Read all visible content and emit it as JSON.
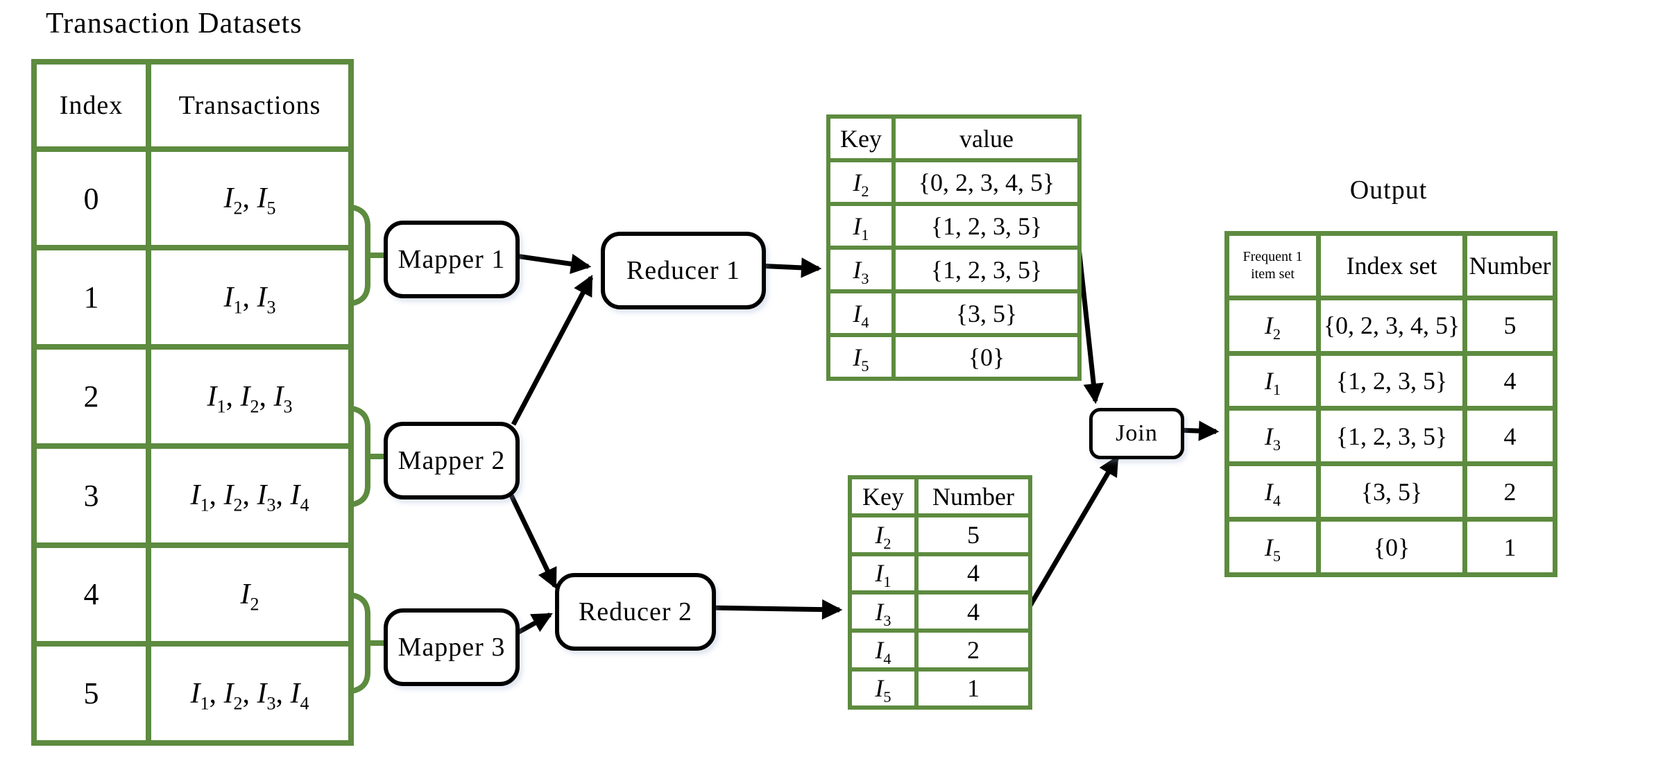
{
  "titles": {
    "transaction_datasets": "Transaction Datasets",
    "output": "Output"
  },
  "transaction_table": {
    "headers": [
      "Index",
      "Transactions"
    ],
    "rows": [
      {
        "index": "0",
        "transactions": "I_2, I_5"
      },
      {
        "index": "1",
        "transactions": "I_1, I_3"
      },
      {
        "index": "2",
        "transactions": "I_1, I_2, I_3"
      },
      {
        "index": "3",
        "transactions": "I_1, I_2, I_3, I_4"
      },
      {
        "index": "4",
        "transactions": "I_2"
      },
      {
        "index": "5",
        "transactions": "I_1, I_2, I_3, I_4"
      }
    ]
  },
  "process_nodes": {
    "mappers": [
      "Mapper 1",
      "Mapper 2",
      "Mapper 3"
    ],
    "reducers": [
      "Reducer 1",
      "Reducer 2"
    ],
    "join": "Join"
  },
  "kv_table": {
    "headers": [
      "Key",
      "value"
    ],
    "rows": [
      {
        "key": "I_2",
        "value": "{0, 2, 3, 4, 5}"
      },
      {
        "key": "I_1",
        "value": "{1, 2, 3, 5}"
      },
      {
        "key": "I_3",
        "value": "{1, 2, 3, 5}"
      },
      {
        "key": "I_4",
        "value": "{3, 5}"
      },
      {
        "key": "I_5",
        "value": "{0}"
      }
    ]
  },
  "count_table": {
    "headers": [
      "Key",
      "Number"
    ],
    "rows": [
      {
        "key": "I_2",
        "number": "5"
      },
      {
        "key": "I_1",
        "number": "4"
      },
      {
        "key": "I_3",
        "number": "4"
      },
      {
        "key": "I_4",
        "number": "2"
      },
      {
        "key": "I_5",
        "number": "1"
      }
    ]
  },
  "output_table": {
    "headers": [
      "Frequent 1 item set",
      "Index set",
      "Number"
    ],
    "rows": [
      {
        "item": "I_2",
        "index_set": "{0, 2, 3, 4, 5}",
        "number": "5"
      },
      {
        "item": "I_1",
        "index_set": "{1, 2, 3, 5}",
        "number": "4"
      },
      {
        "item": "I_3",
        "index_set": "{1, 2, 3, 5}",
        "number": "4"
      },
      {
        "item": "I_4",
        "index_set": "{3, 5}",
        "number": "2"
      },
      {
        "item": "I_5",
        "index_set": "{0}",
        "number": "1"
      }
    ]
  },
  "colors": {
    "table_border": "#5d8b3f",
    "node_border": "#000000",
    "arrow": "#000000",
    "text": "#000000",
    "background": "#ffffff"
  }
}
